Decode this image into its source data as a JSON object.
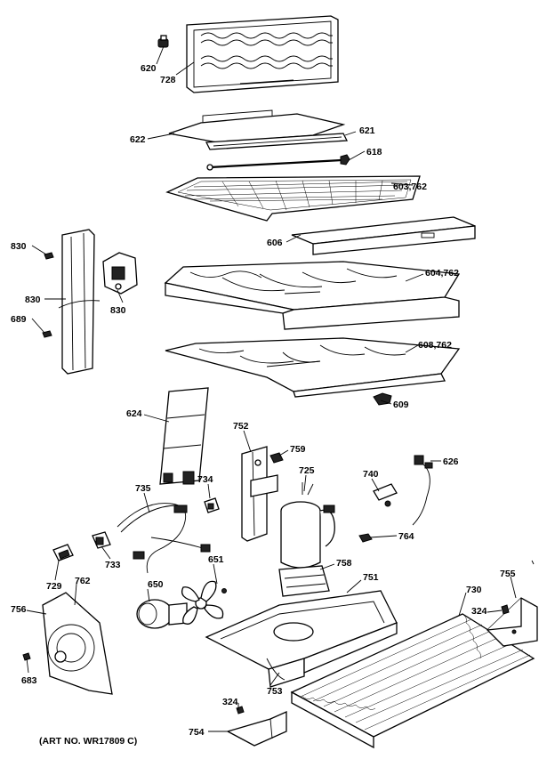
{
  "diagram": {
    "caption": "(ART NO. WR17809 C)",
    "labels": {
      "l620": "620",
      "l728": "728",
      "l622": "622",
      "l621": "621",
      "l618": "618",
      "l603": "603,762",
      "l606": "606",
      "l604": "604,762",
      "l608": "608,762",
      "l609": "609",
      "l830a": "830",
      "l830b": "830",
      "l830c": "830",
      "l689": "689",
      "l624": "624",
      "l752": "752",
      "l759": "759",
      "l725": "725",
      "l740": "740",
      "l626": "626",
      "l734": "734",
      "l735": "735",
      "l764": "764",
      "l733": "733",
      "l651": "651",
      "l758": "758",
      "l751": "751",
      "l729": "729",
      "l762": "762",
      "l650": "650",
      "l730": "730",
      "l755": "755",
      "l756": "756",
      "l324a": "324",
      "l683": "683",
      "l753": "753",
      "l324b": "324",
      "l754": "754"
    }
  }
}
